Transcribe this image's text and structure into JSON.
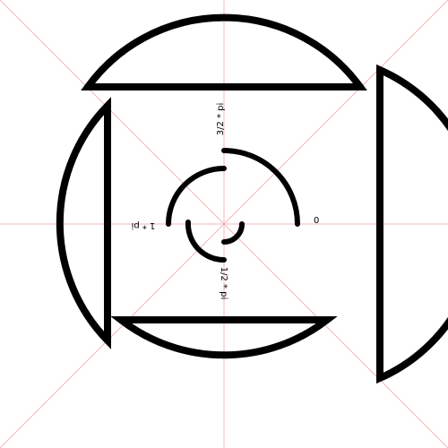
{
  "labels": {
    "zero": "0",
    "half_pi": "1/2 * pi",
    "pi": "1 * pi",
    "three_half_pi": "3/2 * pi"
  },
  "colors": {
    "guide": "#f4b6b6",
    "stroke": "#000000",
    "background": "#ffffff"
  }
}
